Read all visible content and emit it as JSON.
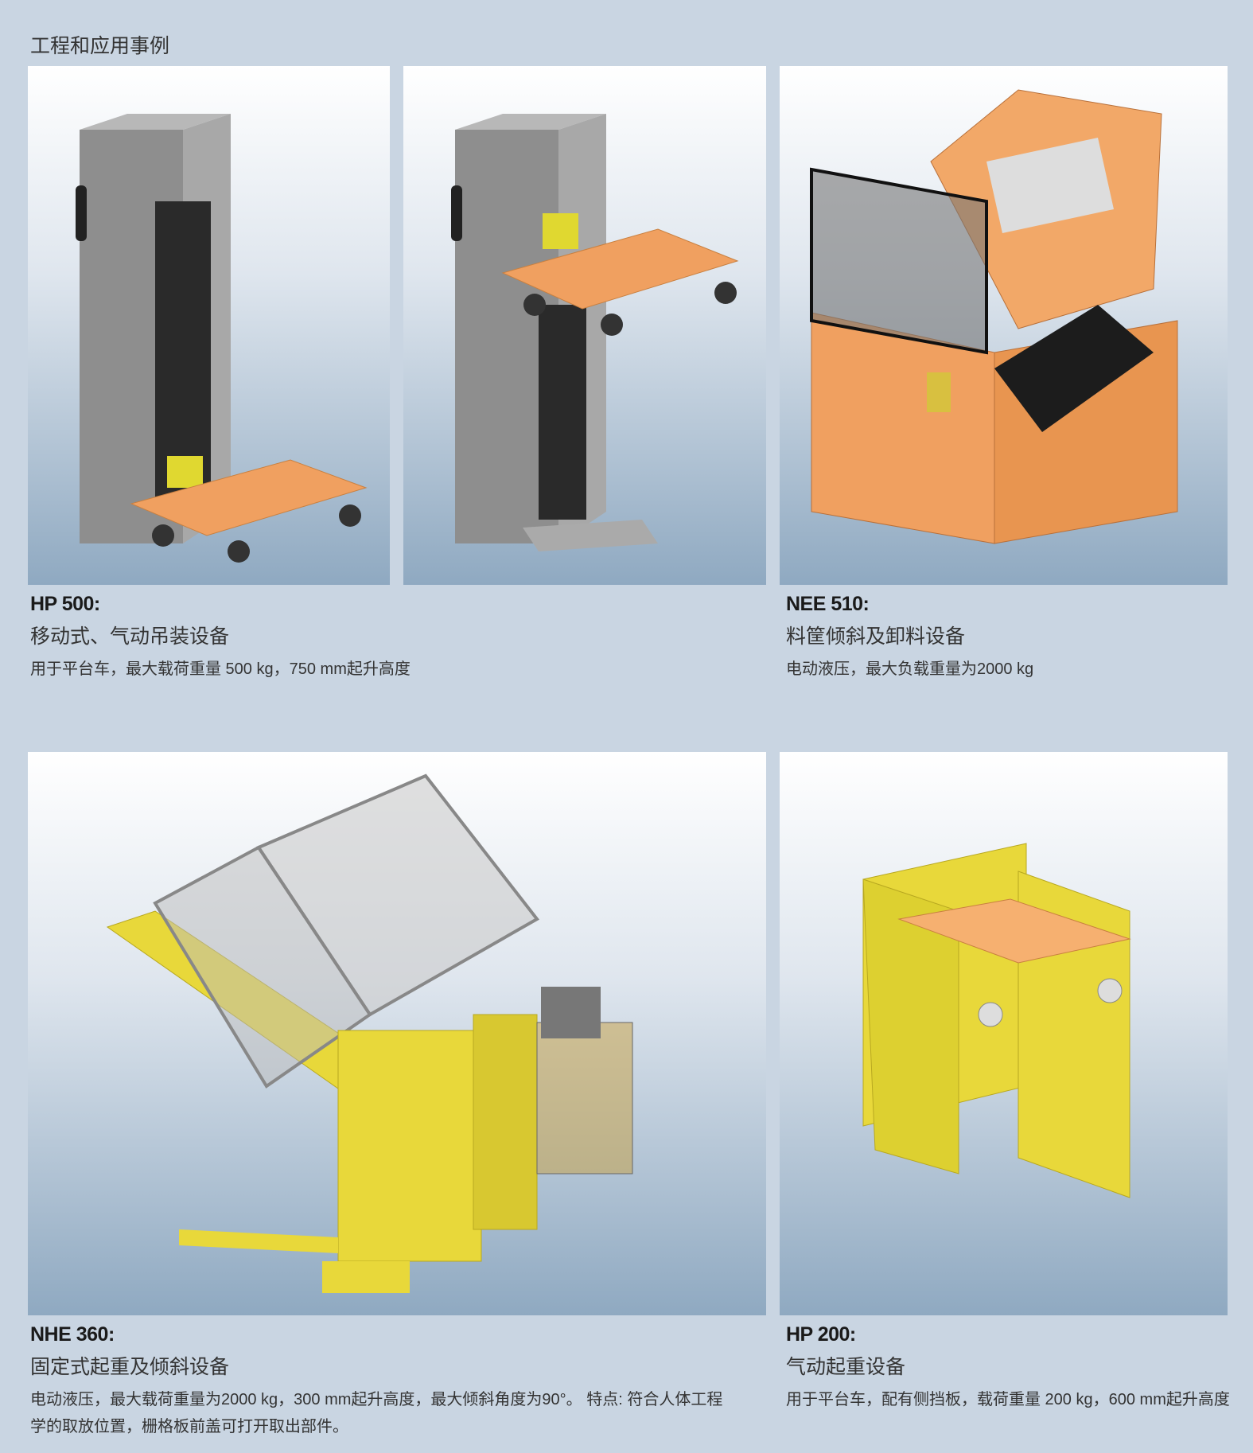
{
  "page_title": "工程和应用事例",
  "products": [
    {
      "model": "HP 500:",
      "subtitle": "移动式、气动吊装设备",
      "description": "用于平台车，最大载荷重量 500 kg，750 mm起升高度"
    },
    {
      "model": "NEE 510:",
      "subtitle": "料筐倾斜及卸料设备",
      "description": "电动液压，最大负载重量为2000 kg"
    },
    {
      "model": "NHE 360:",
      "subtitle": "固定式起重及倾斜设备",
      "description": "电动液压，最大载荷重量为2000 kg，300 mm起升高度，最大倾斜角度为90°。 特点: 符合人体工程学的取放位置，栅格板前盖可打开取出部件。"
    },
    {
      "model": "HP 200:",
      "subtitle": "气动起重设备",
      "description": "用于平台车，配有侧挡板，载荷重量 200 kg，600 mm起升高度"
    }
  ],
  "colors": {
    "background": "#c9d5e2",
    "orange": "#f0a060",
    "yellow": "#e8d83a",
    "steel": "#9a9a9a"
  }
}
